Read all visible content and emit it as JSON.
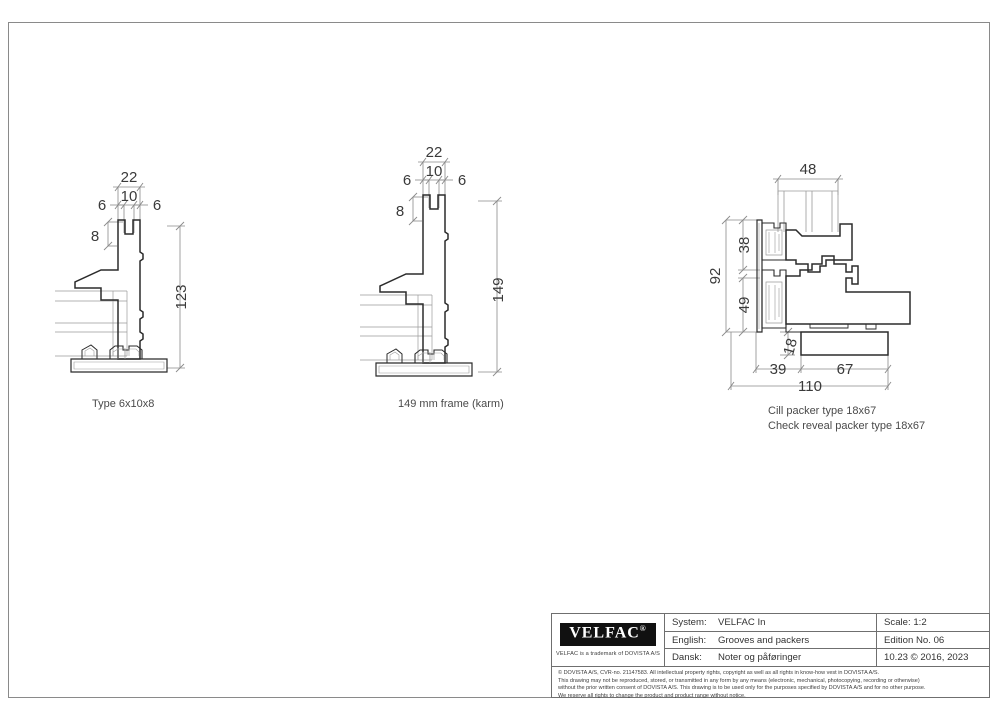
{
  "document": {
    "type": "technical-drawing",
    "sheet_size": "A4-landscape"
  },
  "drawings": [
    {
      "id": "drawing-1",
      "caption": "Type 6x10x8",
      "dimensions": {
        "total_width": "22",
        "groove_width": "10",
        "left_shoulder": "6",
        "right_shoulder": "6",
        "groove_depth": "8",
        "frame_height": "123"
      }
    },
    {
      "id": "drawing-2",
      "caption": "149 mm frame (karm)",
      "dimensions": {
        "total_width": "22",
        "groove_width": "10",
        "left_shoulder": "6",
        "right_shoulder": "6",
        "groove_depth": "8",
        "frame_height": "149"
      }
    },
    {
      "id": "drawing-3",
      "caption_line1": "Cill packer type 18x67",
      "caption_line2": "Check reveal packer type 18x67",
      "dimensions": {
        "glazing_width": "48",
        "upper_section": "38",
        "overall_height": "92",
        "lower_section": "49",
        "packer_thickness": "18",
        "frame_depth": "39",
        "packer_width": "67",
        "total_depth": "110"
      }
    }
  ],
  "title_block": {
    "logo_text": "VELFAC",
    "logo_registered": "®",
    "trademark_note": "VELFAC is a trademark of DOVISTA A/S",
    "rows": [
      {
        "label": "System:",
        "value": "VELFAC In"
      },
      {
        "label": "English:",
        "value": "Grooves and packers"
      },
      {
        "label": "Dansk:",
        "value": "Noter og påføringer"
      }
    ],
    "right_rows": [
      {
        "value": "Scale: 1:2"
      },
      {
        "value": "Edition No. 06"
      },
      {
        "value": "10.23 © 2016, 2023"
      }
    ],
    "copyright": {
      "line1": "© DOVISTA A/S, CVR-no. 21147583. All intellectual property rights, copyright as well as all rights in know-how vest in DOVISTA A/S.",
      "line2": "This drawing may not be reproduced, stored, or transmitted in any form by any means (electronic, mechanical, photocopying, recording or otherwise)",
      "line3": "without the prior written consent of DOVISTA A/S. This drawing is to be used only for the purposes specified by DOVISTA A/S and for no other purpose.",
      "line4": "We reserve all rights to change the product and product range without notice."
    }
  },
  "colors": {
    "line": "#2b2b2b",
    "thin_line": "#8a8a8a",
    "dim_line": "#8a8a8a",
    "text": "#3a3a3a",
    "logo_bg": "#111111"
  }
}
